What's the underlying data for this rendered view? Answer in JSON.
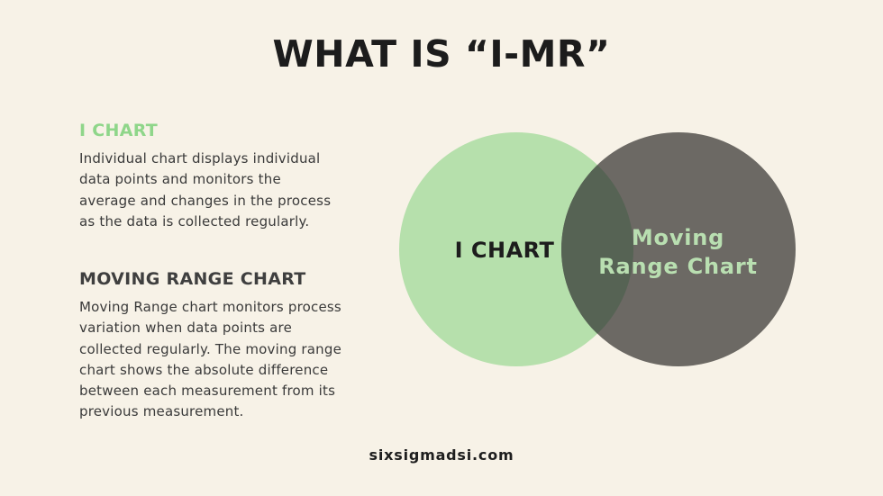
{
  "title": "WHAT IS “I-MR”",
  "sections": [
    {
      "heading": "I CHART",
      "heading_color": "#8fd68a",
      "lines": [
        "Individual chart displays individual",
        "data points and monitors the",
        "average and changes in the process",
        "as the data is collected regularly."
      ]
    },
    {
      "heading": "MOVING RANGE CHART",
      "heading_color": "#3f3f3f",
      "lines": [
        "Moving Range chart monitors process",
        "variation when data points are",
        "collected regularly. The moving range",
        "chart shows the absolute difference",
        "between each measurement from its",
        "previous measurement."
      ]
    }
  ],
  "venn": {
    "left_circle": {
      "label": "I CHART",
      "color": "#b6e0ac",
      "text_color": "#1d1d1d"
    },
    "right_circle": {
      "label_line1": "Moving",
      "label_line2": "Range Chart",
      "color": "#6c6964",
      "text_color": "#b9dfb1"
    },
    "overlap_color": "#566354"
  },
  "footer": "sixsigmadsi.com"
}
